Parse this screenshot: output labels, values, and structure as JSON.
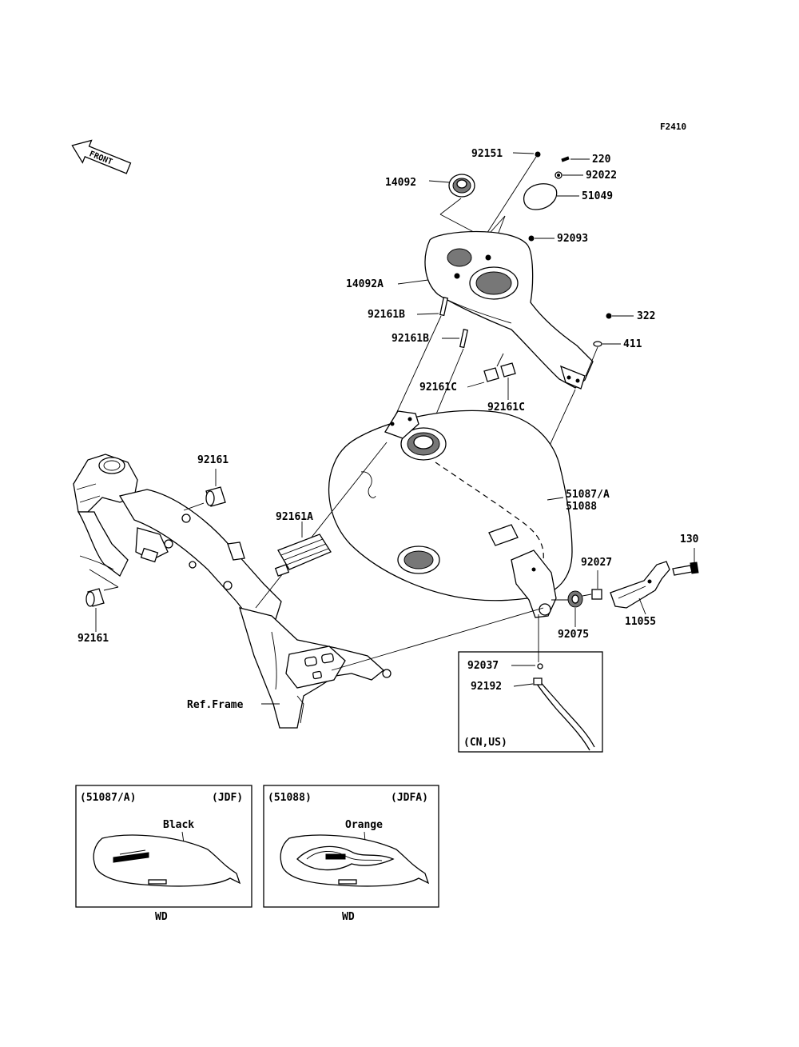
{
  "figure_code": "F2410",
  "front_arrow": "FRONT",
  "labels": {
    "p92151": "92151",
    "p220": "220",
    "p14092": "14092",
    "p92022": "92022",
    "p51049": "51049",
    "p92093": "92093",
    "p14092A": "14092A",
    "p92161B_1": "92161B",
    "p92161B_2": "92161B",
    "p322": "322",
    "p411": "411",
    "p92161C_1": "92161C",
    "p92161C_2": "92161C",
    "p92161_top": "92161",
    "p51087A": "51087/A",
    "p51088": "51088",
    "p92161A": "92161A",
    "p130": "130",
    "p92027": "92027",
    "p92161_bottom": "92161",
    "p11055": "11055",
    "p92075": "92075",
    "p92037": "92037",
    "p92192": "92192",
    "ref_frame": "Ref.Frame",
    "cn_us": "(CN,US)"
  },
  "variants": [
    {
      "part": "(51087/A)",
      "code": "(JDF)",
      "color": "Black",
      "market": "WD"
    },
    {
      "part": "(51088)",
      "code": "(JDFA)",
      "color": "Orange",
      "market": "WD"
    }
  ]
}
